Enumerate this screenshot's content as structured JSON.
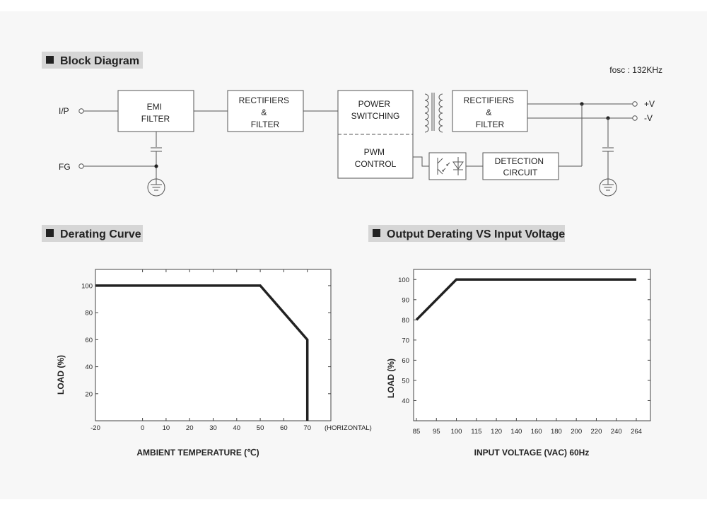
{
  "sections": {
    "block_diagram": "Block Diagram",
    "derating_curve": "Derating Curve",
    "output_derating": "Output Derating VS Input Voltage"
  },
  "block_diagram": {
    "fosc": "fosc : 132KHz",
    "inputs": {
      "ip": "I/P",
      "fg": "FG"
    },
    "outputs": {
      "pos": "+V",
      "neg": "-V"
    },
    "blocks": {
      "emi": [
        "EMI",
        "FILTER"
      ],
      "rect1": [
        "RECTIFIERS",
        "&",
        "FILTER"
      ],
      "power": [
        "POWER",
        "SWITCHING"
      ],
      "pwm": [
        "PWM",
        "CONTROL"
      ],
      "rect2": [
        "RECTIFIERS",
        "&",
        "FILTER"
      ],
      "detect": [
        "DETECTION",
        "CIRCUIT"
      ]
    }
  },
  "chart_data": [
    {
      "type": "line",
      "x": [
        -20,
        50,
        70,
        70
      ],
      "y": [
        100,
        100,
        60,
        0
      ],
      "xticks": [
        "-20",
        "0",
        "10",
        "20",
        "30",
        "40",
        "50",
        "60",
        "70"
      ],
      "xtick_values": [
        -20,
        0,
        10,
        20,
        30,
        40,
        50,
        60,
        70
      ],
      "yticks": [
        "20",
        "40",
        "60",
        "80",
        "100"
      ],
      "ytick_values": [
        20,
        40,
        60,
        80,
        100
      ],
      "xlim": [
        -20,
        80
      ],
      "ylim": [
        0,
        112
      ],
      "xlabel": "AMBIENT TEMPERATURE (℃)",
      "ylabel": "LOAD (%)",
      "annotation": "(HORIZONTAL)"
    },
    {
      "type": "line",
      "categories": [
        "85",
        "95",
        "100",
        "115",
        "120",
        "140",
        "160",
        "180",
        "200",
        "220",
        "240",
        "264"
      ],
      "x_index": [
        0,
        2,
        11
      ],
      "y": [
        80,
        100,
        100
      ],
      "yticks": [
        "40",
        "50",
        "60",
        "70",
        "80",
        "90",
        "100"
      ],
      "ytick_values": [
        40,
        50,
        60,
        70,
        80,
        90,
        100
      ],
      "ylim": [
        30,
        105
      ],
      "xlabel": "INPUT VOLTAGE (VAC) 60Hz",
      "ylabel": "LOAD (%)"
    }
  ]
}
